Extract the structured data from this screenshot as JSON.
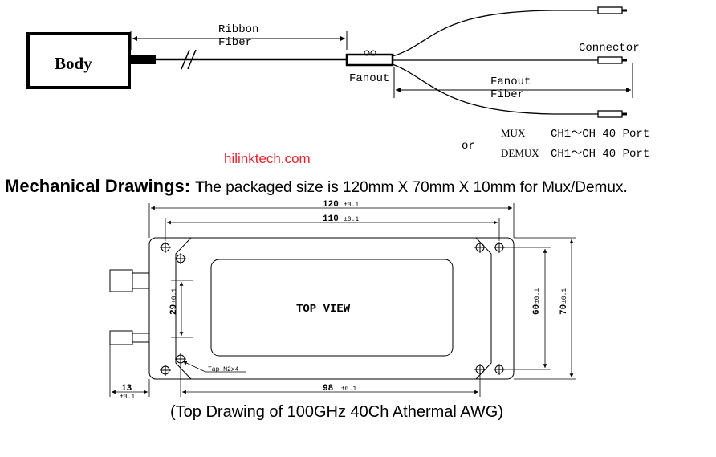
{
  "schematic": {
    "body_label": "Body",
    "ribbon_label_line1": "Ribbon",
    "ribbon_label_line2": "Fiber",
    "fanout_label": "Fanout",
    "connector_label": "Connector",
    "fanout_fiber_line1": "Fanout",
    "fanout_fiber_line2": "Fiber",
    "mux_label": "MUX",
    "mux_ports": "CH1～CH 40 Port",
    "or_label": "or",
    "demux_label": "DEMUX",
    "demux_ports": "CH1～CH 40 Port"
  },
  "watermark": "hilinktech.com",
  "heading": {
    "bold": "Mechanical Drawings:",
    "first_letter": "T",
    "rest": "he packaged size is 120mm X 70mm X 10mm for Mux/Demux."
  },
  "drawing": {
    "dim_120": "120",
    "tol_120": "±0.1",
    "dim_110": "110",
    "tol_110": "±0.1",
    "dim_29": "29",
    "tol_29": "±0.1",
    "top_view": "TOP VIEW",
    "dim_60": "60",
    "tol_60": "±0.1",
    "dim_70": "70",
    "tol_70": "±0.1",
    "tap_note": "Tap M2x4",
    "dim_13": "13",
    "tol_13": "±0.1",
    "dim_98": "98",
    "tol_98": "±0.1"
  },
  "caption": "(Top Drawing of 100GHz 40Ch Athermal AWG)"
}
